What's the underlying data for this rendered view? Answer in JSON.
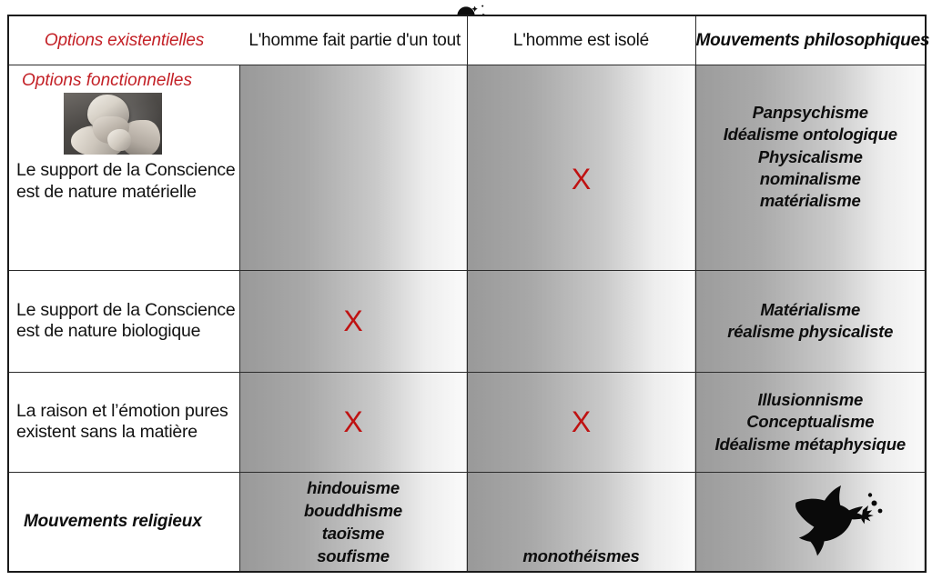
{
  "emblem": {
    "icon": "saturn-planet-icon"
  },
  "table": {
    "header": {
      "corner_accent": "Options existentielles",
      "col1": "L'homme fait partie d'un tout",
      "col2": "L'homme est isolé",
      "col3": "Mouvements philosophiques"
    },
    "corner_label": "Options fonctionnelles",
    "statue_image_alt": "statue-philosopher-photo",
    "rows": [
      {
        "label": "Le support de la Conscience est de nature matérielle",
        "label_line1": "Le support de la Conscience",
        "label_line2": "est de nature matérielle",
        "whole": "",
        "isolated": "X",
        "philosophies": [
          "Panpsychisme",
          "Idéalisme ontologique",
          "Physicalisme",
          "nominalisme",
          "matérialisme"
        ]
      },
      {
        "label": "Le support de la Conscience est de nature biologique",
        "label_line1": "Le support de la Conscience",
        "label_line2": "est de nature biologique",
        "whole": "X",
        "isolated": "",
        "philosophies": [
          "Matérialisme",
          "réalisme physicaliste"
        ]
      },
      {
        "label": "La raison et l’émotion pures existent sans la matière",
        "label_line1": "La raison et l’émotion pures",
        "label_line2": "existent sans la matière",
        "whole": "X",
        "isolated": "X",
        "philosophies": [
          "Illusionnisme",
          "Conceptualisme",
          "Idéalisme métaphysique"
        ]
      }
    ],
    "religious_row": {
      "label": "Mouvements religieux",
      "whole": [
        "hindouisme",
        "bouddhisme",
        "taoïsme",
        "soufisme"
      ],
      "isolated": "monothéismes",
      "icon": "dove-peace-icon"
    }
  },
  "colors": {
    "accent_red": "#c32026",
    "x_red": "#bf1212",
    "text_black": "#121212",
    "border": "#2b2b2b",
    "cell_gradient_start": "#999999",
    "cell_gradient_end": "#fbfbfb"
  }
}
